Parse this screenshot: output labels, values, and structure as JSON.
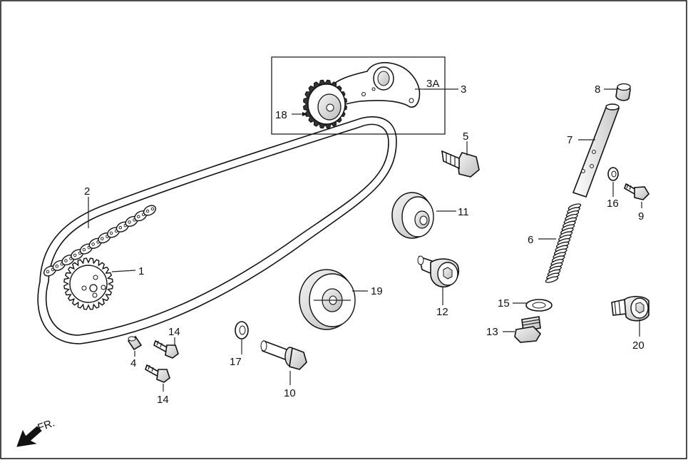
{
  "diagram": {
    "labels": {
      "p1": "1",
      "p2": "2",
      "p3": "3",
      "p3a": "3A",
      "p4": "4",
      "p5": "5",
      "p6": "6",
      "p7": "7",
      "p8": "8",
      "p9": "9",
      "p10": "10",
      "p11": "11",
      "p12": "12",
      "p13": "13",
      "p14a": "14",
      "p14b": "14",
      "p15": "15",
      "p16": "16",
      "p17": "17",
      "p18": "18",
      "p19": "19",
      "p20": "20"
    },
    "front_indicator": "FR.",
    "colors": {
      "line": "#111111",
      "shade": "#d9d9d9",
      "dark": "#555555",
      "background": "#ffffff"
    }
  }
}
